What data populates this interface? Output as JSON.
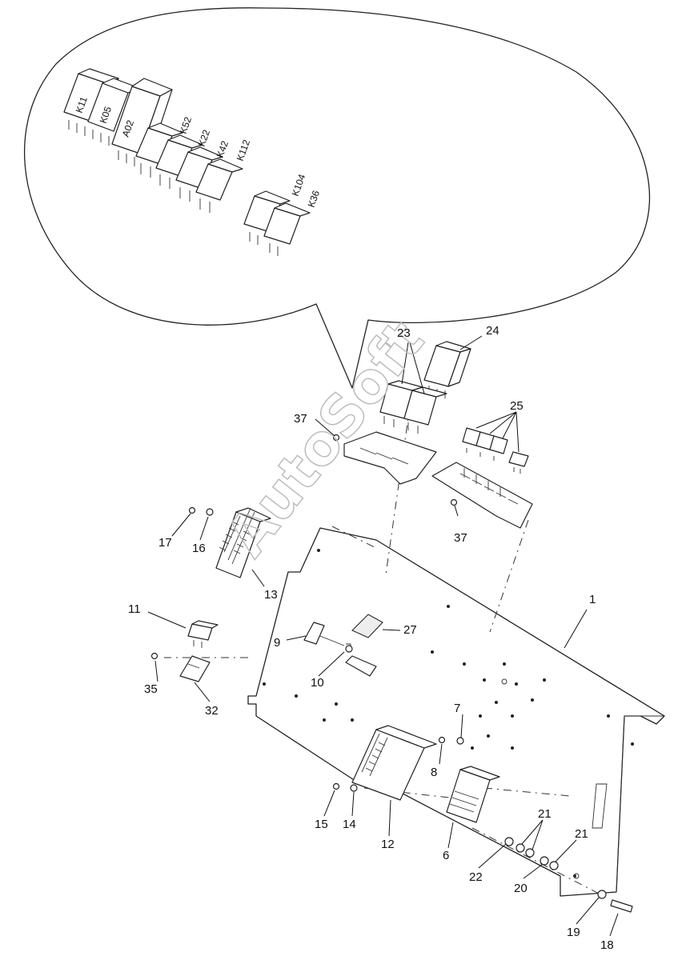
{
  "watermark": "AutoSoft",
  "relay_labels": [
    "K11",
    "K05",
    "A02",
    "K52",
    "K22",
    "K42",
    "K112",
    "K104",
    "K36"
  ],
  "callouts": {
    "c1": "1",
    "c6": "6",
    "c7": "7",
    "c8": "8",
    "c9": "9",
    "c10": "10",
    "c11": "11",
    "c12": "12",
    "c13": "13",
    "c14": "14",
    "c15": "15",
    "c16": "16",
    "c17": "17",
    "c18": "18",
    "c19": "19",
    "c20": "20",
    "c21a": "21",
    "c21b": "21",
    "c22": "22",
    "c23": "23",
    "c24": "24",
    "c25": "25",
    "c27": "27",
    "c32": "32",
    "c35": "35",
    "c37a": "37",
    "c37b": "37"
  }
}
